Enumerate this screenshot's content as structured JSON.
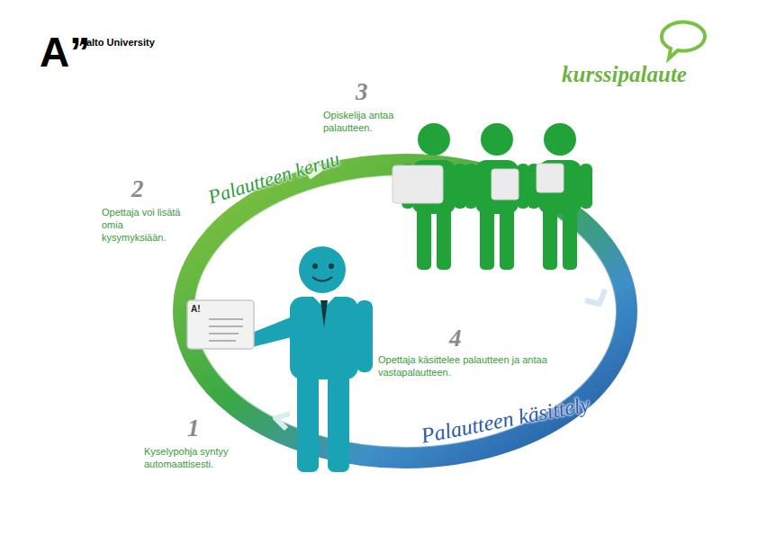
{
  "diagram": {
    "labels": [
      "A”",
      "Aalto University",
      "kurssipalaute",
      "3",
      "Opiskelija antaa palautteen.",
      "2",
      "Opettaja voi lisätä omia kysymyksiään.",
      "Palautteen keruu",
      "4",
      "Opettaja käsittelee palautteen ja antaa vastapalautteen.",
      "1",
      "Kyselypohja syntyy automaattisesti.",
      "Palautteen käsittely",
      "A!"
    ]
  }
}
